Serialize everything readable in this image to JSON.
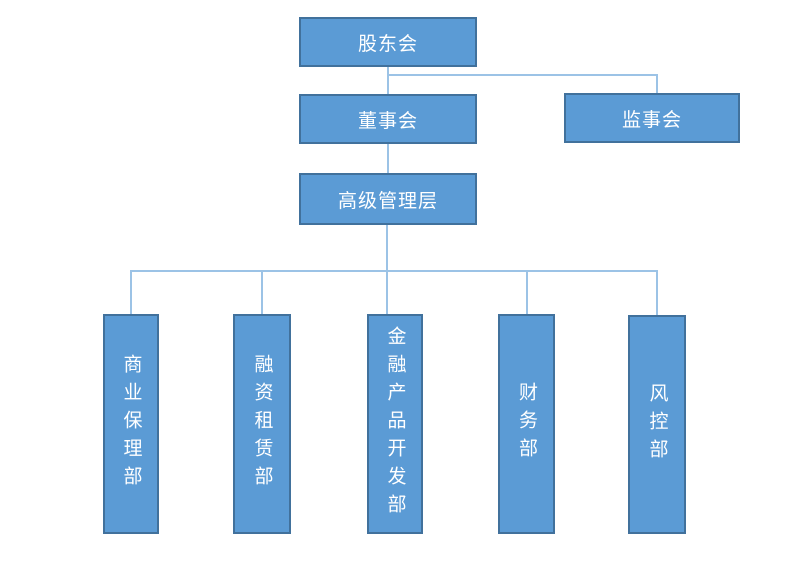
{
  "diagram": {
    "type": "org-chart",
    "background": "#ffffff",
    "colors": {
      "node_fill": "#5b9bd5",
      "node_border": "#41719c",
      "node_text": "#ffffff",
      "connector": "#9cc3e6"
    },
    "nodes": {
      "shareholders": "股东会",
      "board": "董事会",
      "supervisory": "监事会",
      "management": "高级管理层",
      "factoring": "商业保理部",
      "leasing": "融资租赁部",
      "product_dev": "金融产品开发部",
      "finance": "财务部",
      "risk": "风控部"
    },
    "hierarchy": {
      "root": "股东会",
      "children": [
        {
          "name": "董事会",
          "children": [
            {
              "name": "高级管理层",
              "children": [
                "商业保理部",
                "融资租赁部",
                "金融产品开发部",
                "财务部",
                "风控部"
              ]
            }
          ]
        },
        {
          "name": "监事会"
        }
      ]
    }
  }
}
